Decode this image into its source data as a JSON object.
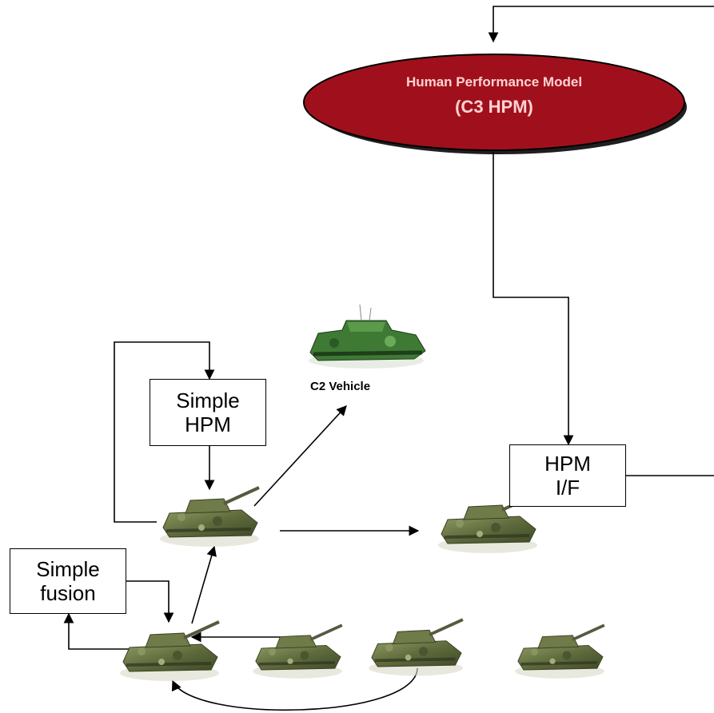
{
  "hpm_oval": {
    "title": "Human Performance Model",
    "subtitle": "(C3 HPM)",
    "fill_color": "#a0101c"
  },
  "c2_vehicle": {
    "label": "C2 Vehicle"
  },
  "boxes": {
    "simple_hpm": "Simple\nHPM",
    "hpm_if": "HPM\nI/F",
    "simple_fusion": "Simple\nfusion"
  },
  "colors": {
    "line": "#000000",
    "tank_camo": "#5f6b3c",
    "c2_green": "#3e7a34"
  }
}
